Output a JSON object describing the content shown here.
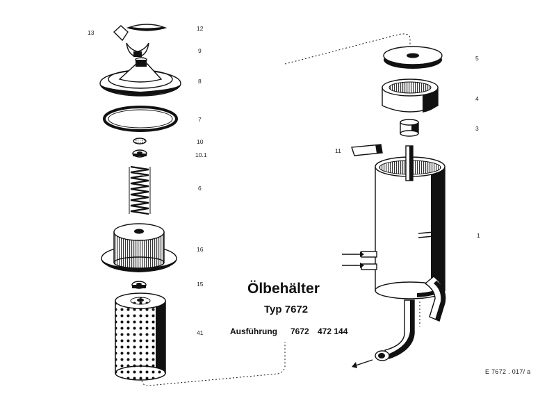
{
  "title": {
    "line1": "Ölbehälter",
    "line2": "Typ 7672",
    "line3_label": "Ausführung",
    "line3_a": "7672",
    "line3_b": "472 144"
  },
  "reference": "E  7672 . 017/ a",
  "part_labels": {
    "p13": "13",
    "p12": "12",
    "p9": "9",
    "p8": "8",
    "p7": "7",
    "p10": "10",
    "p10_1": "10.1",
    "p6": "6",
    "p16": "16",
    "p15": "15",
    "p41": "41",
    "p5": "5",
    "p4": "4",
    "p3": "3",
    "p11": "11",
    "p1": "1"
  }
}
